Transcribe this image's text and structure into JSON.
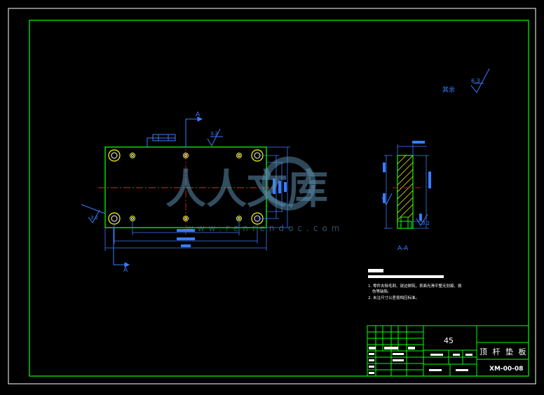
{
  "drawing": {
    "section_marker_top": "A",
    "section_marker_bottom": "A",
    "section_view_label": "A-A",
    "roughness_value": "3.2",
    "roughness_value_corner": "6.3",
    "other_surfaces_label": "其余",
    "watermark_cn": "人人文库",
    "watermark_url": "www.renrendoc.com"
  },
  "notes": {
    "line1": "1. 零件去除毛刺、锐边倒钝，表面光滑平整无划痕、损",
    "line1b": "伤等缺陷;",
    "line2": "2. 未注尺寸公差按相应标准。"
  },
  "title_block": {
    "material": "45",
    "part_name": "顶 杆 垫 板",
    "drawing_number": "XM-00-08"
  },
  "colors": {
    "border": "#00ff00",
    "outline": "#00ff00",
    "dimension": "#3a7cff",
    "centerline": "#ff2020",
    "hatch": "#ffff00",
    "hole": "#ffff00",
    "text": "#ffffff"
  }
}
